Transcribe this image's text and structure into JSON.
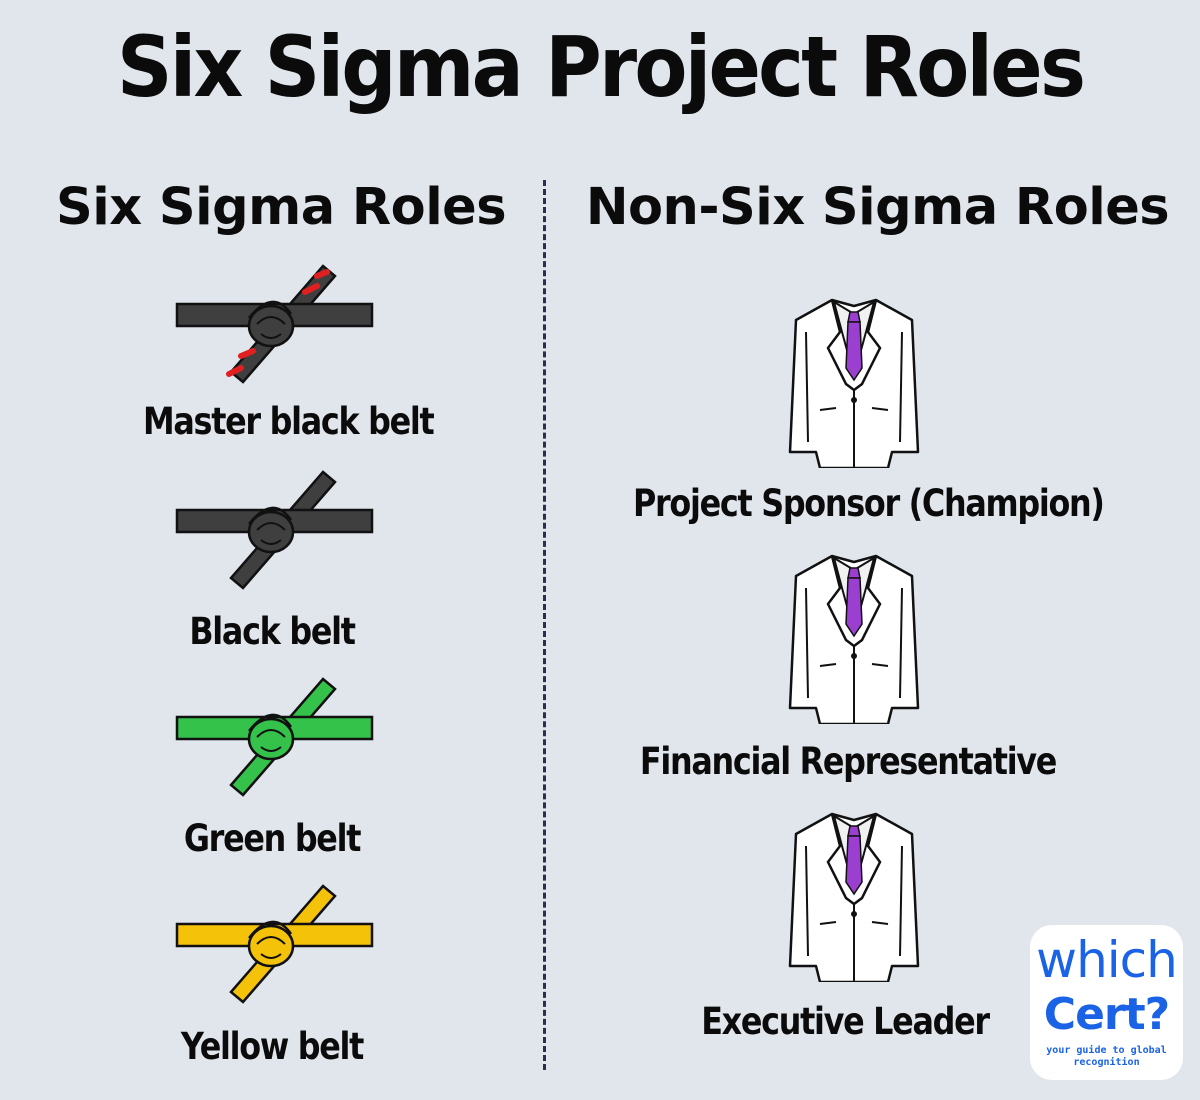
{
  "title": "Six Sigma Project Roles",
  "left_column": {
    "heading": "Six Sigma Roles",
    "belts": [
      {
        "label": "Master black belt",
        "color": "#3f3f3f",
        "accent": "#e02020"
      },
      {
        "label": "Black belt",
        "color": "#3f3f3f",
        "accent": ""
      },
      {
        "label": "Green belt",
        "color": "#34c24a",
        "accent": ""
      },
      {
        "label": "Yellow belt",
        "color": "#f5c20a",
        "accent": ""
      }
    ]
  },
  "right_column": {
    "heading": "Non-Six Sigma Roles",
    "roles": [
      {
        "label": "Project Sponsor (Champion)",
        "icon": "suit-icon"
      },
      {
        "label": "Financial Representative",
        "icon": "suit-icon"
      },
      {
        "label": "Executive Leader",
        "icon": "suit-icon"
      }
    ],
    "tie_color": "#9b3fd0"
  },
  "logo": {
    "line1": "which",
    "line2": "Cert?",
    "tagline": "your guide to global recognition"
  }
}
